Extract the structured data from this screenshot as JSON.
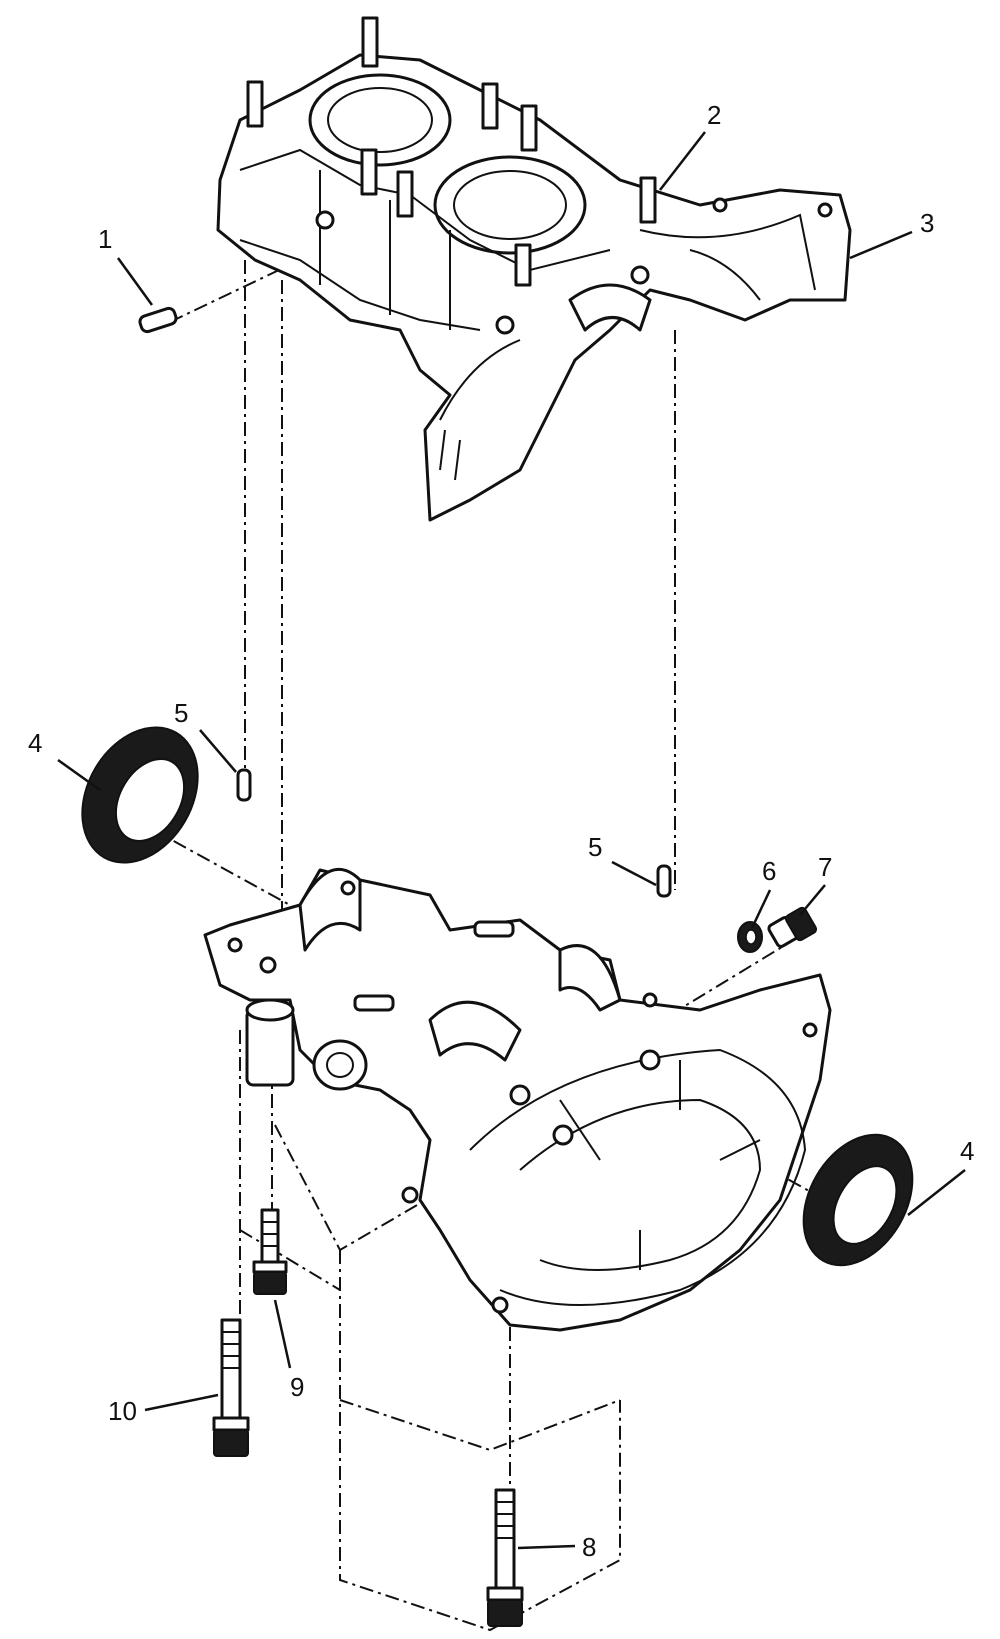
{
  "labels": {
    "p1": "1",
    "p2": "2",
    "p3": "3",
    "p4_left": "4",
    "p4_right": "4",
    "p5_left": "5",
    "p5_right": "5",
    "p6": "6",
    "p7": "7",
    "p8": "8",
    "p9": "9",
    "p10": "10"
  }
}
